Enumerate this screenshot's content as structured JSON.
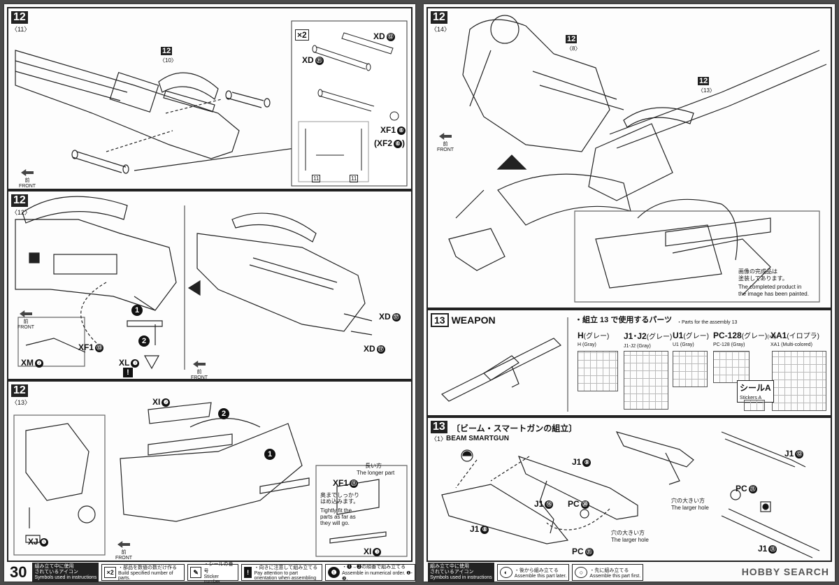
{
  "left_page": {
    "page_number": "30",
    "panel1": {
      "step": "12",
      "sub": "〈11〉",
      "qty": "×2",
      "labels": {
        "xd12": "XD",
        "xd11": "XD",
        "xf1": "XF1",
        "xf2": "(XF2",
        "ref": "12",
        "ref_sub": "〈10〉"
      },
      "circles": {
        "n12": "⑫",
        "n11": "⑪",
        "n6": "⑥",
        "n6b": "⑥",
        "n11a": "11",
        "n11b": "11"
      },
      "front": "前\nFRONT"
    },
    "panel2": {
      "step": "12",
      "sub": "〈12〉",
      "labels": {
        "xf1": "XF1",
        "xm": "XM",
        "xl": "XL",
        "xd17a": "XD",
        "xd17b": "XD"
      },
      "circles": {
        "n13": "⑬",
        "n2": "❷",
        "n7": "❼",
        "n17": "⑰"
      },
      "seq": [
        "1",
        "2"
      ],
      "front_a": "前\nFRONT",
      "front_b": "前\nFRONT"
    },
    "panel3": {
      "step": "12",
      "sub": "〈13〉",
      "labels": {
        "xi2": "XI",
        "xi3": "XI",
        "xj": "XJ",
        "xf1": "XF1"
      },
      "circles": {
        "n2": "❷",
        "n3": "❸",
        "n5": "❺",
        "n11": "⑪"
      },
      "note_jp_a": "長い方",
      "note_en_a": "The longer part",
      "note_jp_b": "奥までしっかり\nはめ込みます。",
      "note_en_b": "Tightly fit the\nparts as far as\nthey will go.",
      "seq": [
        "1",
        "2"
      ],
      "front": "前\nFRONT"
    },
    "footer": {
      "head": "組み立て中に使用\nされているアイコン\nSymbols used in instructions",
      "items": [
        {
          "icon": "×2",
          "jp": "・部品を数値の数だけ作る",
          "en": "Build specified number of parts."
        },
        {
          "icon": "✎",
          "jp": "・シールの番号",
          "en": "Sticker number"
        },
        {
          "icon": "!",
          "jp": "・向きに注意して組み立てる",
          "en": "Pay attention to part orientation when assembling"
        },
        {
          "icon": "❶",
          "jp": "・❶→❷の順番で組み立てる",
          "en": "Assemble in numerical order. ❶-❷."
        }
      ]
    }
  },
  "right_page": {
    "panel1": {
      "step": "12",
      "sub": "〈14〉",
      "ref_a": "12",
      "ref_a_sub": "〈8〉",
      "ref_b": "12",
      "ref_b_sub": "〈13〉",
      "front": "前\nFRONT",
      "note_jp": "画像の完成品は\n塗装してあります。",
      "note_en": "The completed product in\nthe image has been painted."
    },
    "weapon": {
      "step": "13",
      "title": "WEAPON",
      "parts_heading": "・組立 13 で使用するパーツ",
      "parts_heading_en": "・Parts for the assembly 13",
      "runners": [
        {
          "code": "H",
          "jp": "(グレー)",
          "en": "H (Gray)"
        },
        {
          "code": "J1･J2",
          "jp": "(グレー)",
          "en": "J1-J2 (Gray)"
        },
        {
          "code": "U1",
          "jp": "(グレー)",
          "en": "U1 (Gray)"
        },
        {
          "code": "PC-128",
          "jp": "(グレー)",
          "en": "PC-128 (Gray)",
          "qty": "(×2)"
        },
        {
          "code": "XA1",
          "jp": "(イロプラ)",
          "en": "XA1 (Multi-colored)"
        }
      ],
      "sticker_jp": "シールA",
      "sticker_en": "Stickers A"
    },
    "panel3": {
      "step": "13",
      "sub": "〈1〉",
      "title_jp": "〔ビーム・スマートガンの組立〕",
      "title_en": "BEAM SMARTGUN",
      "labels": {
        "j19": "J1",
        "j15": "J1",
        "j18": "J1",
        "j112": "J1",
        "j111": "J1",
        "pc20": "PC",
        "pc11a": "PC",
        "pc11b": "PC"
      },
      "circles": {
        "n9": "⑨",
        "n15": "⑮",
        "n8": "⑧",
        "n12": "⑫",
        "n11": "⑪",
        "n20": "⑳",
        "n11b": "⑪",
        "n11c": "⑪"
      },
      "hole_jp": "穴の大きい方",
      "hole_en": "The larger hole"
    },
    "footer": {
      "head": "組み立て中に使用\nされているアイコン\nSymbols used in instructions",
      "items": [
        {
          "icon": "◐",
          "jp": "・後から組み立てる",
          "en": "Assemble this part later."
        },
        {
          "icon": "○",
          "jp": "・先に組み立てる",
          "en": "Assemble this part first."
        }
      ],
      "watermark": "HOBBY SEARCH"
    }
  },
  "colors": {
    "ink": "#111111",
    "paper": "#fbfbfb",
    "binding": "#4a4a4a"
  }
}
